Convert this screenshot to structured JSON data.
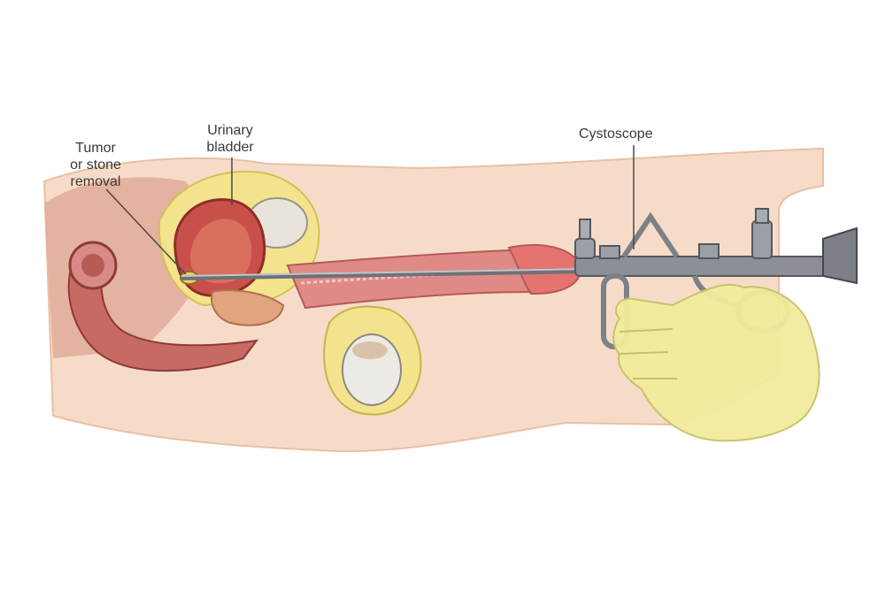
{
  "labels": {
    "tumor": "Tumor\nor stone\nremoval",
    "bladder": "Urinary\nbladder",
    "cystoscope": "Cystoscope"
  },
  "colors": {
    "skin": "#f6dcc8",
    "skin_dark": "#e9bfa4",
    "tissue": "#d98a86",
    "bladder": "#c9504a",
    "fat": "#f4e38d",
    "instrument": "#8c9096",
    "glove": "#f1ec9c",
    "leader": "#4a4a4a"
  },
  "icons": [
    "cystoscope-icon",
    "gloved-hand-icon"
  ]
}
